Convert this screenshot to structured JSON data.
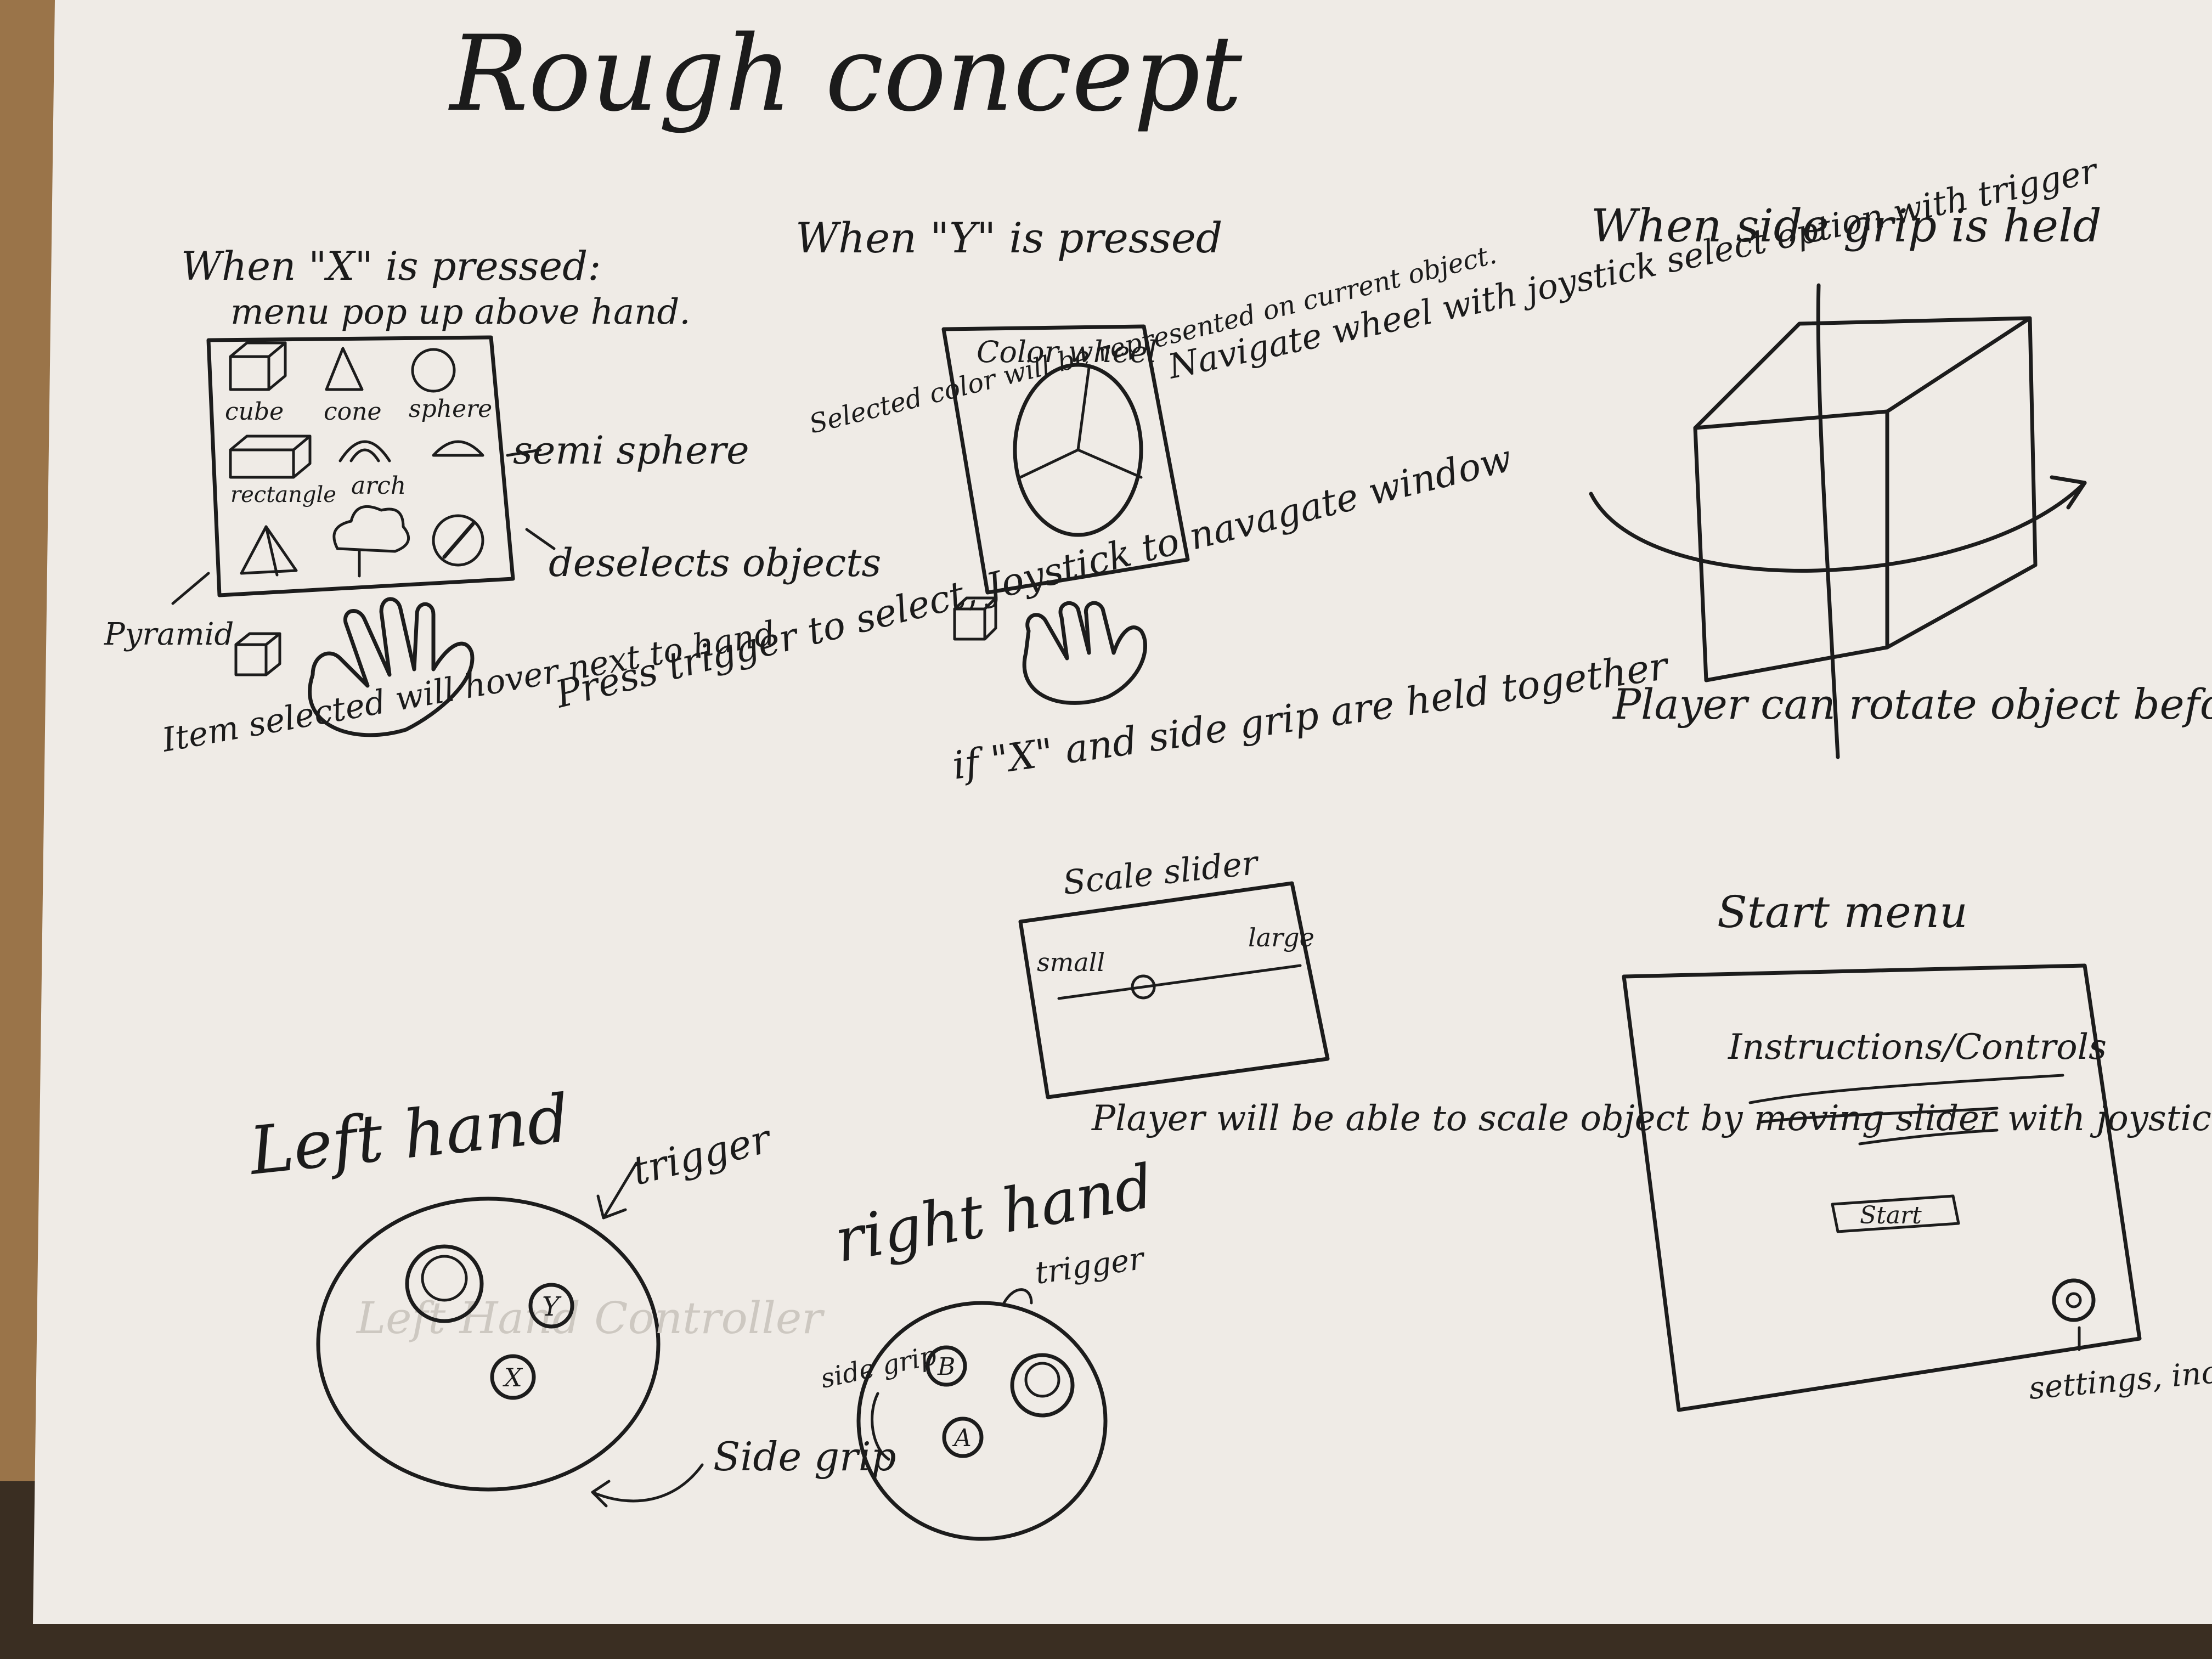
{
  "title": "Rough concept",
  "x_menu": {
    "heading": "When \"X\" is pressed:",
    "subheading": "menu pop up above hand.",
    "items": [
      "cube",
      "cone",
      "sphere",
      "rectangle",
      "arch",
      "",
      "",
      "",
      ""
    ],
    "note_semisphere": "semi sphere",
    "note_deselects": "deselects objects",
    "note_pyramid": "Pyramid",
    "note_trigger": "Press trigger to select, Joystick to navagate window",
    "note_item": "Item selected will hover next to hand"
  },
  "y_menu": {
    "heading": "When \"Y\" is pressed",
    "window_title": "Color wheel",
    "note_navigate": "Navigate wheel with joystick select option with trigger",
    "note_selected": "Selected color will be represented on current object."
  },
  "grip": {
    "heading": "When side grip is held",
    "note": "Player can rotate object before placing it."
  },
  "scale": {
    "heading": "if \"X\" and side grip are held together",
    "window_title": "Scale slider",
    "min_label": "small",
    "max_label": "large",
    "level": 0.35,
    "note": "Player will be able to scale object by moving slider with joystick. press trigger to select."
  },
  "start_menu": {
    "heading": "Start menu",
    "instructions_label": "Instructions/Controls",
    "start_button": "Start",
    "settings_icon": "gear-icon",
    "note_settings": "settings, includes height adjustment"
  },
  "left_hand": {
    "heading": "Left hand",
    "trigger_label": "trigger",
    "grip_label": "Side grip",
    "button_y": "Y",
    "button_x": "X",
    "watermark": "Left Hand Controller"
  },
  "right_hand": {
    "heading": "right hand",
    "trigger_label": "trigger",
    "grip_label": "side grip",
    "button_b": "B",
    "button_a": "A"
  }
}
